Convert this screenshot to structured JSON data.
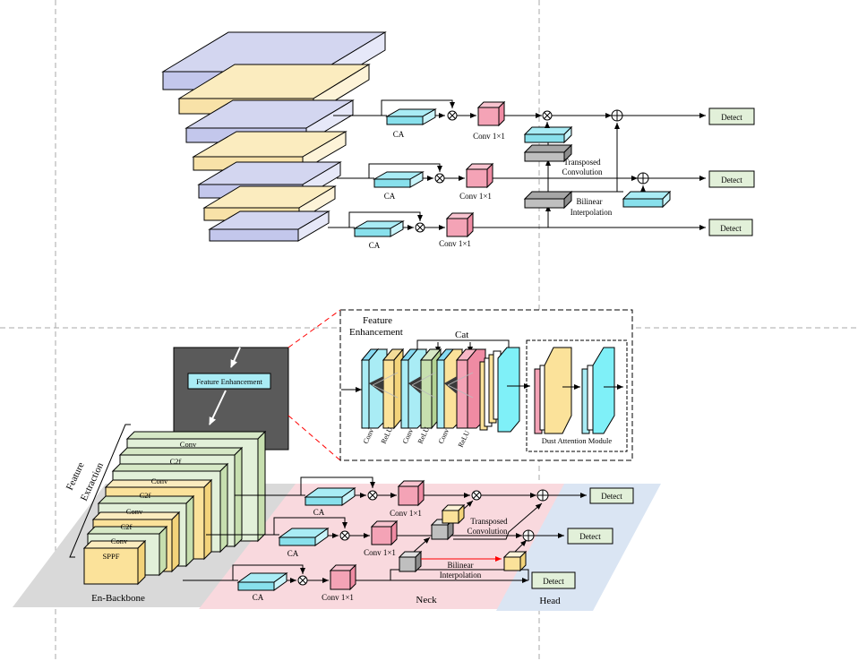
{
  "colors": {
    "backbone_blue": "#d3d6f0",
    "backbone_yellow": "#fbecbf",
    "ca_cyan": "#a9ecf5",
    "conv_pink": "#f4a3b6",
    "detect_green": "#e2f0d9",
    "gray_block": "#bfbfbf",
    "dark_panel": "#5a5a5a",
    "neck_pink": "#f9d9de",
    "head_blue": "#dae5f3",
    "backbone_gray": "#d9d9d9",
    "conv_green": "#d6e8c6",
    "dam_cyan": "#7ff0f8",
    "relu_yellow": "#fbe29a",
    "red_arrow": "#ff0000"
  },
  "top": {
    "ca_label": "CA",
    "conv_label": "Conv 1×1",
    "detect_label": "Detect",
    "transposed_label_1": "Transposed",
    "transposed_label_2": "Convolution",
    "bilinear_label_1": "Bilinear",
    "bilinear_label_2": "Interpolation"
  },
  "bottom": {
    "feature_enhancement": "Feature Enhancement",
    "fe_title_1": "Feature",
    "fe_title_2": "Enhancement",
    "cat_label": "Cat",
    "dam_label": "Dust Attention Module",
    "mini_labels": [
      "Conv",
      "ReLU",
      "Conv",
      "ReLU",
      "Conv",
      "ReLU"
    ],
    "feature_extraction_1": "Feature",
    "feature_extraction_2": "Extraction",
    "backbone_layers": [
      "Conv",
      "C2f",
      "Conv",
      "C2f",
      "Conv",
      "C2f",
      "Conv",
      "SPPF"
    ],
    "en_backbone": "En-Backbone",
    "neck": "Neck",
    "head": "Head",
    "ca_label": "CA",
    "conv_label": "Conv 1×1",
    "detect_label": "Detect",
    "transposed_label_1": "Transposed",
    "transposed_label_2": "Convolution",
    "bilinear_label_1": "Bilinear",
    "bilinear_label_2": "Interpolation"
  }
}
